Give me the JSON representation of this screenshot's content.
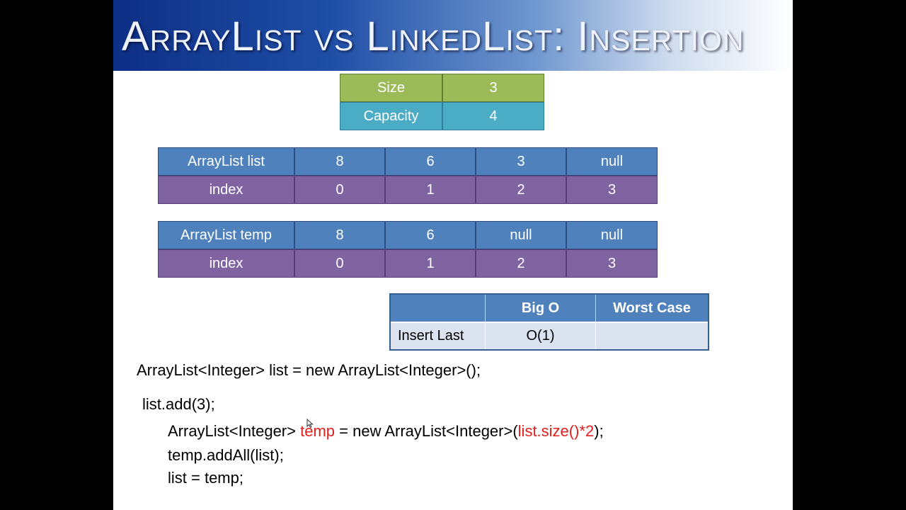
{
  "slide": {
    "title": "ArrayList vs LinkedList: Insertion"
  },
  "size_table": {
    "rows": [
      {
        "label": "Size",
        "value": "3"
      },
      {
        "label": "Capacity",
        "value": "4"
      }
    ]
  },
  "list_table": {
    "name": "ArrayList  list",
    "values": [
      "8",
      "6",
      "3",
      "null"
    ],
    "index_label": "index",
    "indices": [
      "0",
      "1",
      "2",
      "3"
    ]
  },
  "temp_table": {
    "name": "ArrayList  temp",
    "values": [
      "8",
      "6",
      "null",
      "null"
    ],
    "index_label": "index",
    "indices": [
      "0",
      "1",
      "2",
      "3"
    ]
  },
  "bigo_table": {
    "headers": [
      "",
      "Big O",
      "Worst Case"
    ],
    "row": {
      "operation": "Insert Last",
      "big_o": "O(1)",
      "worst_case": ""
    }
  },
  "code": {
    "line1": "ArrayList<Integer> list = new ArrayList<Integer>();",
    "line2": "list.add(3);",
    "line3_a": "ArrayList<Integer> ",
    "line3_b": "temp",
    "line3_c": " = new ArrayList<Integer>(",
    "line3_d": "list.size()*2",
    "line3_e": ");",
    "line4": "temp.addAll(list);",
    "line5": "list = temp;"
  },
  "colors": {
    "title_gradient_start": "#0d2f85",
    "green": "#9bbb59",
    "teal": "#4bacc6",
    "blue": "#4f81bd",
    "purple": "#8064a2",
    "highlight_red": "#e0201d"
  }
}
